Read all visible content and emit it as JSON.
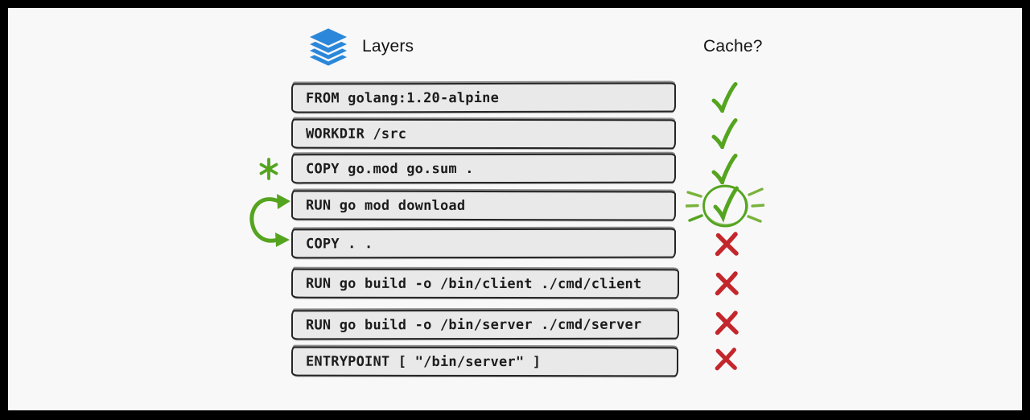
{
  "header": {
    "layers": {
      "label": "Layers",
      "icon": "layers-icon"
    },
    "cache": {
      "label": "Cache?"
    }
  },
  "rows": [
    {
      "command": "FROM golang:1.20-alpine",
      "cache": "hit"
    },
    {
      "command": "WORKDIR /src",
      "cache": "hit"
    },
    {
      "command": "COPY go.mod go.sum .",
      "cache": "hit",
      "annotation": "asterisk-marker"
    },
    {
      "command": "RUN go mod download",
      "cache": "hit-highlighted"
    },
    {
      "command": "COPY . .",
      "cache": "miss"
    },
    {
      "command": "RUN go build -o /bin/client ./cmd/client",
      "cache": "miss"
    },
    {
      "command": "RUN go build -o /bin/server ./cmd/server",
      "cache": "miss"
    },
    {
      "command": "ENTRYPOINT [ \"/bin/server\" ]",
      "cache": "miss"
    }
  ],
  "cache_marks": {
    "hit_icon": "green-checkmark-icon",
    "highlighted_hit_icon": "circled-checkmark-with-rays-icon",
    "miss_icon": "red-x-icon"
  },
  "annotations": {
    "changed_file_marker_icon": "asterisk-icon",
    "reorder_marker_icon": "curved-swap-arrow-icon"
  },
  "colors": {
    "green": "#55a41f",
    "green_light": "#7ab33c",
    "red": "#c3272c",
    "blue": "#2b87d9",
    "box_fill": "#e9e9e9",
    "box_border": "#242424",
    "background": "#f8f8f9",
    "frame": "#000000"
  }
}
